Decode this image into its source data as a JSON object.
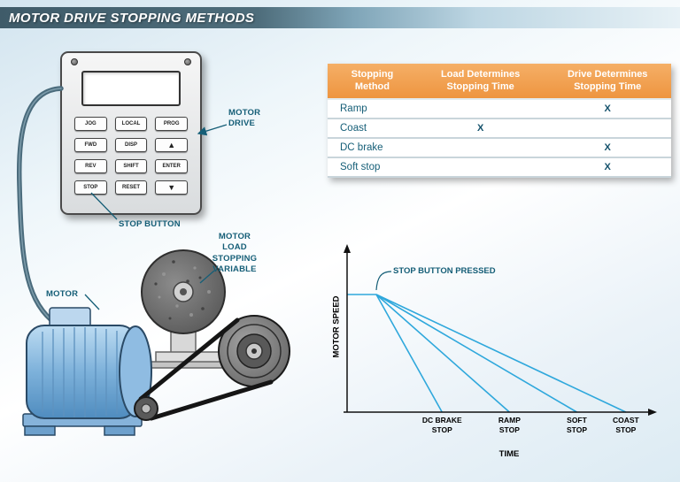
{
  "title": "MOTOR DRIVE STOPPING METHODS",
  "colors": {
    "accent_teal": "#155e77",
    "header_orange": "#ef9a44",
    "chart_line": "#2fa8dc",
    "axis_black": "#111111"
  },
  "illustration": {
    "motor_drive_label": "MOTOR\nDRIVE",
    "stop_button_label": "STOP BUTTON",
    "motor_label": "MOTOR",
    "load_label": "MOTOR\nLOAD\nSTOPPING\nVARIABLE",
    "keypad": {
      "row1": [
        "JOG",
        "LOCAL",
        "PROG"
      ],
      "row2": [
        "FWD",
        "DISP",
        "▲"
      ],
      "row3": [
        "REV",
        "SHIFT",
        "ENTER"
      ],
      "row4": [
        "STOP",
        "RESET",
        "▼"
      ]
    }
  },
  "table": {
    "headers": [
      "Stopping\nMethod",
      "Load Determines\nStopping Time",
      "Drive Determines\nStopping Time"
    ],
    "rows": [
      {
        "method": "Ramp",
        "load": "",
        "drive": "X"
      },
      {
        "method": "Coast",
        "load": "X",
        "drive": ""
      },
      {
        "method": "DC brake",
        "load": "",
        "drive": "X"
      },
      {
        "method": "Soft stop",
        "load": "",
        "drive": "X"
      }
    ]
  },
  "chart": {
    "type": "line",
    "ylabel": "MOTOR SPEED",
    "xlabel": "TIME",
    "annotation": "STOP BUTTON PRESSED",
    "stops": [
      {
        "label": "DC BRAKE\nSTOP",
        "x_frac": 0.31
      },
      {
        "label": "RAMP\nSTOP",
        "x_frac": 0.53
      },
      {
        "label": "SOFT\nSTOP",
        "x_frac": 0.75
      },
      {
        "label": "COAST\nSTOP",
        "x_frac": 0.91
      }
    ]
  }
}
